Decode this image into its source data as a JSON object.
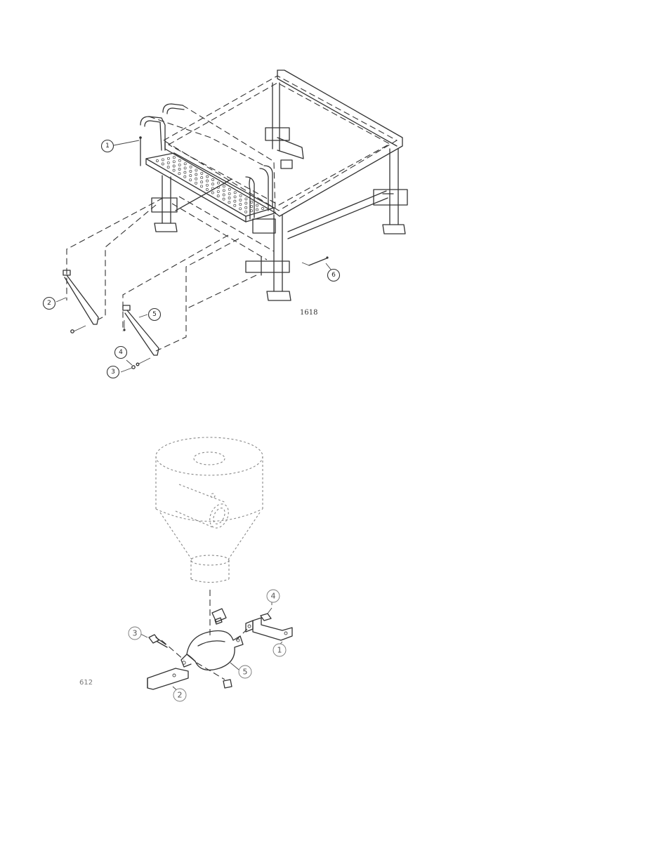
{
  "figure_top": {
    "code": "1618",
    "callouts": [
      "1",
      "2",
      "3",
      "4",
      "5",
      "6"
    ]
  },
  "figure_bottom": {
    "code": "612",
    "callouts": [
      "1",
      "2",
      "3",
      "4",
      "5"
    ]
  }
}
